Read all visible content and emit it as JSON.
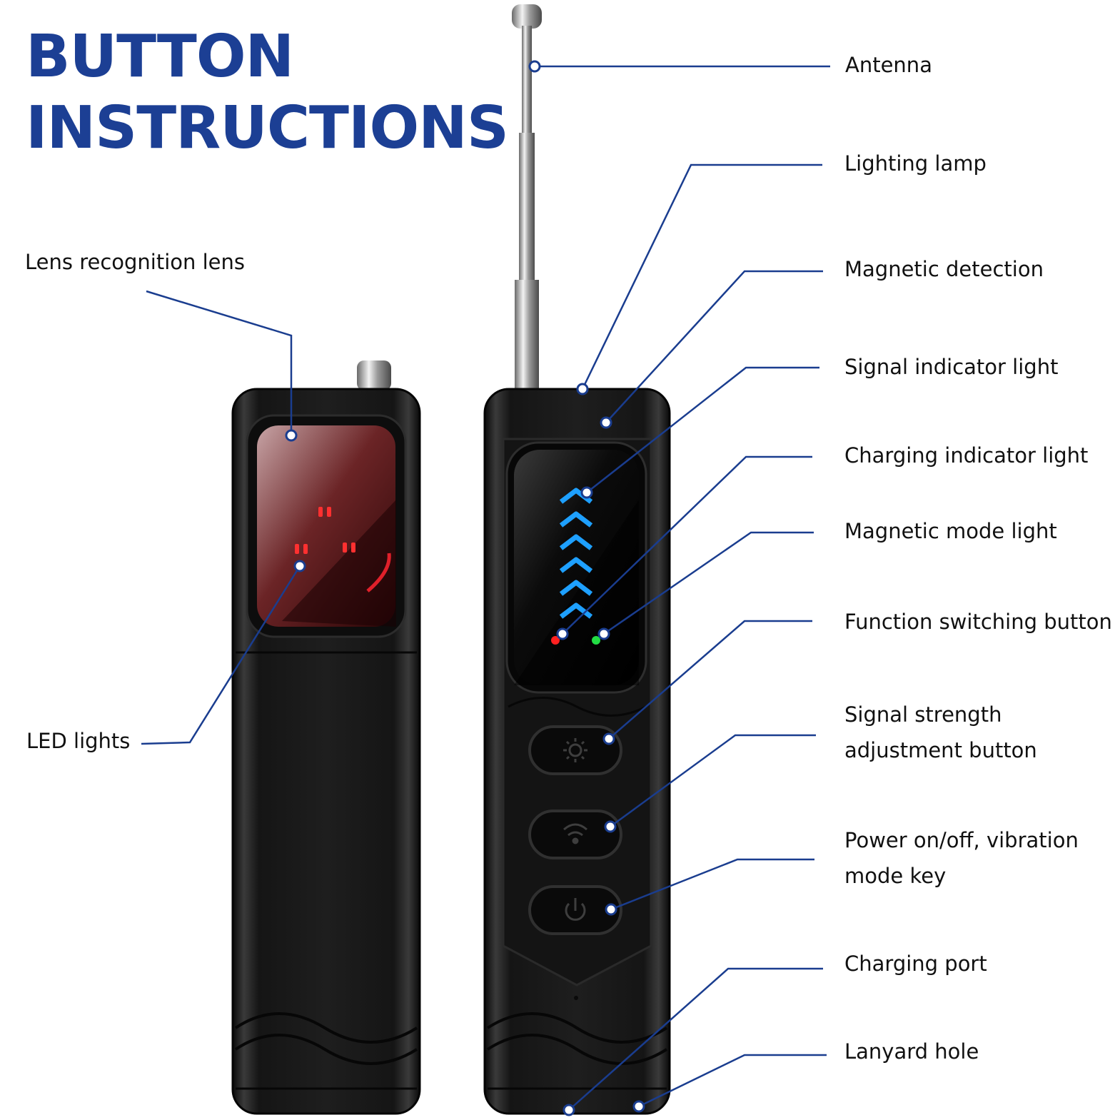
{
  "title": {
    "line1": "BUTTON",
    "line2": "INSTRUCTIONS"
  },
  "accent_color": "#1c3f94",
  "callout_color": "#1a3d8f",
  "left_labels": {
    "lens": "Lens recognition lens",
    "led": "LED lights"
  },
  "right_labels": {
    "antenna": "Antenna",
    "lighting_lamp": "Lighting lamp",
    "magnetic_detection": "Magnetic detection",
    "signal_indicator": "Signal indicator light",
    "charging_indicator": "Charging indicator light",
    "magnetic_mode": "Magnetic mode light",
    "function_switch": "Function switching button",
    "signal_strength": {
      "line1": "Signal strength",
      "line2": "adjustment button"
    },
    "power": {
      "line1": "Power on/off, vibration",
      "line2": "mode key"
    },
    "charging_port": "Charging port",
    "lanyard_hole": "Lanyard hole"
  },
  "icons": {
    "top_button": "sun-icon",
    "middle_button": "wifi-icon",
    "bottom_button": "power-icon"
  },
  "indicator_colors": {
    "signal": "#1ea0ff",
    "charging": "#ff2020",
    "magnetic": "#22dd44"
  }
}
